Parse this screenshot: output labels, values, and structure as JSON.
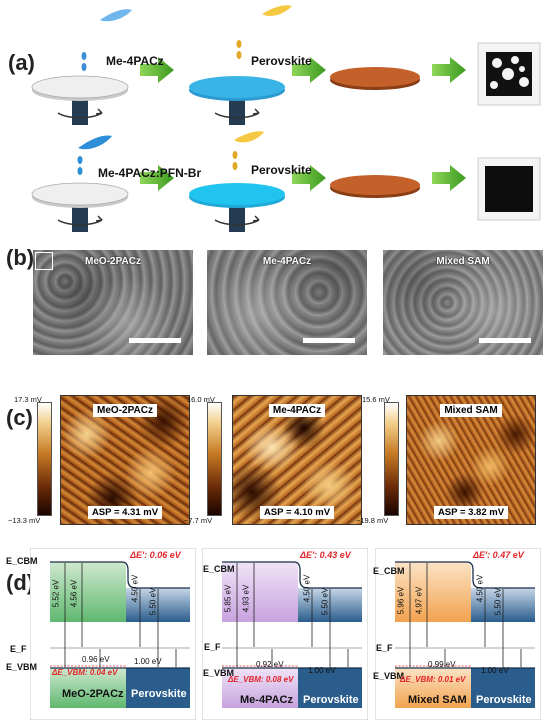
{
  "panels": {
    "a": "(a)",
    "b": "(b)",
    "c": "(c)",
    "d": "(d)"
  },
  "process": {
    "row1": {
      "reagent1": "Me-4PACz",
      "reagent2": "Perovskite"
    },
    "row2": {
      "reagent1": "Me-4PACz:PFN-Br",
      "reagent2": "Perovskite"
    }
  },
  "sem": [
    {
      "title": "MeO-2PACz"
    },
    {
      "title": "Me-4PACz"
    },
    {
      "title": "Mixed SAM"
    }
  ],
  "kpfm": [
    {
      "title": "MeO-2PACz",
      "asp": "ASP = 4.31 mV",
      "max": "17.3 mV",
      "min": "−13.3 mV"
    },
    {
      "title": "Me-4PACz",
      "asp": "ASP = 4.10 mV",
      "max": "16.0 mV",
      "min": "−7.7 mV"
    },
    {
      "title": "Mixed SAM",
      "asp": "ASP = 3.82 mV",
      "max": "15.6 mV",
      "min": "−19.8 mV"
    }
  ],
  "bands": [
    {
      "delta_e": "ΔE': 0.06 eV",
      "delta_evbm": "ΔE_VBM: 0.04 eV",
      "gap_total": "5.52 eV",
      "ecbm_gap": "4.56 eV",
      "ef_gap": "0.96 eV",
      "pero_gap": "4.50 eV",
      "pero_vb": "5.50 eV",
      "pero_ef": "1.00 eV",
      "sam": "MeO-2PACz",
      "pero": "Perovskite",
      "ecbm": "E_CBM",
      "ef": "E_F",
      "evbm": "E_VBM"
    },
    {
      "delta_e": "ΔE': 0.43 eV",
      "delta_evbm": "ΔE_VBM: 0.08 eV",
      "gap_total": "5.85 eV",
      "ecbm_gap": "4.93 eV",
      "ef_gap": "0.92 eV",
      "pero_gap": "4.50 eV",
      "pero_vb": "5.50 eV",
      "pero_ef": "1.00 eV",
      "sam": "Me-4PACz",
      "pero": "Perovskite",
      "ecbm": "E_CBM",
      "ef": "E_F",
      "evbm": "E_VBM"
    },
    {
      "delta_e": "ΔE': 0.47 eV",
      "delta_evbm": "ΔE_VBM: 0.01 eV",
      "gap_total": "5.96 eV",
      "ecbm_gap": "4.97 eV",
      "ef_gap": "0.99 eV",
      "pero_gap": "4.50 eV",
      "pero_vb": "5.50 eV",
      "pero_ef": "1.00 eV",
      "sam": "Mixed SAM",
      "pero": "Perovskite",
      "ecbm": "E_CBM",
      "ef": "E_F",
      "evbm": "E_VBM"
    }
  ],
  "colors": {
    "sam_green": "#7cc68a",
    "sam_purple": "#d9b8e8",
    "sam_orange": "#f2a34f",
    "perovskite_blue": "#2a5c8c",
    "arrow_green": "#4caf2a",
    "wafer_cyan": "#3ab4e6",
    "wafer_orange": "#c4612a"
  }
}
